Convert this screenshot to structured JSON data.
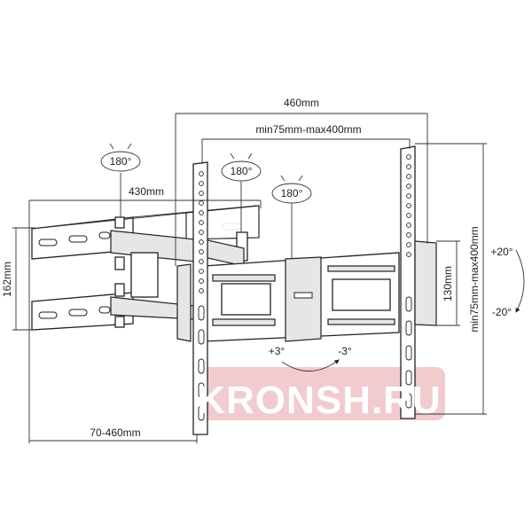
{
  "dimensions": {
    "overall_width": "460mm",
    "vesa_horizontal": "min75mm-max400mm",
    "wall_plate_width": "430mm",
    "wall_plate_height": "162mm",
    "extension": "70-460mm",
    "tv_bracket_height": "130mm",
    "vesa_vertical": "min75mm-max400mm"
  },
  "rotations": {
    "swivel_1": "180°",
    "swivel_2": "180°",
    "swivel_3": "180°",
    "tilt_up": "+20°",
    "tilt_down": "-20°",
    "level_plus": "+3°",
    "level_minus": "-3°"
  },
  "watermark": {
    "text": "KRONSH.RU",
    "color": "#e8a0a8"
  },
  "colors": {
    "line": "#222222",
    "background": "#ffffff"
  }
}
